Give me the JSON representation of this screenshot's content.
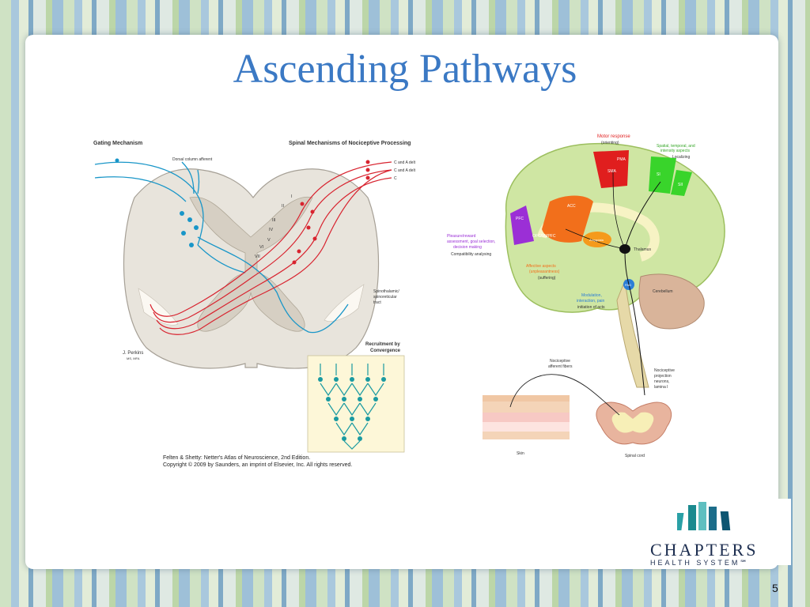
{
  "slide": {
    "title": "Ascending Pathways",
    "number": "5"
  },
  "left_figure": {
    "heading_left": "Gating Mechanism",
    "heading_right": "Spinal Mechanisms of Nociceptive Processing",
    "dorsal_label": "Dorsal column afferent",
    "fiber_labels": [
      "C and A delt",
      "C and A delt",
      "C"
    ],
    "laminae": [
      "I",
      "II",
      "III",
      "IV",
      "V",
      "VI",
      "VII"
    ],
    "tract_label_1": "Spinothalamic/",
    "tract_label_2": "spinoreticular",
    "tract_label_3": "tract",
    "recruitment_1": "Recruitment by",
    "recruitment_2": "Convergence",
    "artist": "J. Perkins",
    "artist_sub": "MS, MFA",
    "credit_1": "Felten & Shetty: Netter's Atlas of Neuroscience, 2nd Edition.",
    "credit_2": "Copyright © 2009 by Saunders, an imprint of Elsevier, Inc. All rights reserved."
  },
  "right_figure": {
    "motor_response": "Motor response",
    "motor_sub": "(orienting)",
    "spatial": "Spatial, temporal, and",
    "spatial_2": "intensity aspects",
    "localizing": "Localizing",
    "pleasure": "Pleasure/reward",
    "pleasure_2": "assessment, goal selection,",
    "pleasure_3": "decision making",
    "compatibility": "Compatibility analysing",
    "affective": "Affective aspects",
    "affective_2": "(unpleasantness)",
    "suffering": "(suffering)",
    "modulation": "Modulation,",
    "modulation_2": "interaction, pain",
    "modulation_3": "initiation of acts",
    "nociceptive_fibers": "Nociceptive",
    "nociceptive_fibers_2": "afferent fibers",
    "projection": "Nociceptive",
    "projection_2": "projection",
    "projection_3": "neurons,",
    "projection_4": "lamina I",
    "skin": "Skin",
    "spinal_cord": "Spinal cord",
    "pma": "PMA",
    "sma": "SMA",
    "acc": "ACC",
    "pfc": "PFC",
    "ofc": "OFC/VMPFC",
    "thalamus": "Thalamus",
    "cerebellum": "Cerebellum",
    "pag": "PAG",
    "amygdala": "Amygdala",
    "s1": "SI",
    "s2": "SII"
  },
  "logo": {
    "word": "CHAPTERS",
    "sub": "HEALTH SYSTEM℠",
    "colors": [
      "#1b8a8f",
      "#2aa0a6",
      "#5fbfc0",
      "#1c6d8a",
      "#0e5672"
    ]
  },
  "colors": {
    "title": "#3b79c4",
    "pain_red": "#d8232f",
    "gating_blue": "#1996c8",
    "cord_gray": "#e4e0d8",
    "teal": "#1a9aa1"
  }
}
